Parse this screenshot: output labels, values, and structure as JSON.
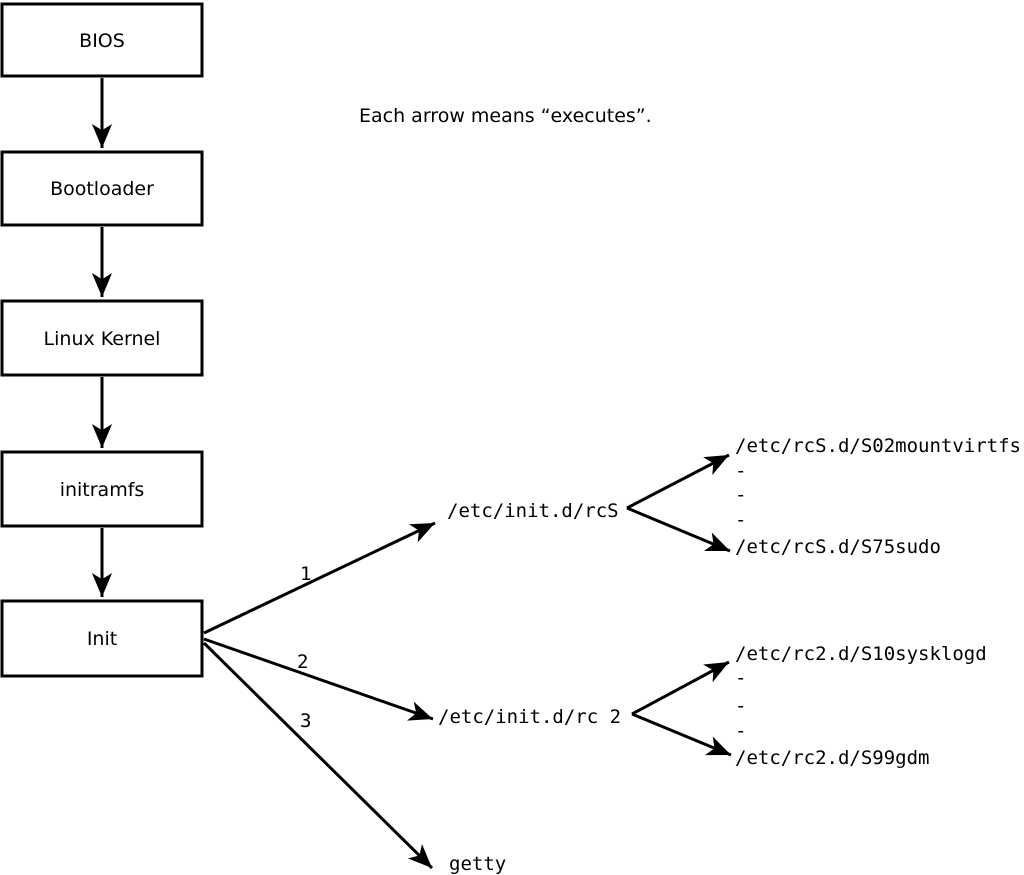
{
  "note": "Each arrow means “executes”.",
  "colors": {
    "foreground": "#000000",
    "background": "#ffffff"
  },
  "boxes": [
    {
      "label": "BIOS"
    },
    {
      "label": "Bootloader"
    },
    {
      "label": "Linux Kernel"
    },
    {
      "label": "initramfs"
    },
    {
      "label": "Init"
    }
  ],
  "branches": [
    {
      "number": "1",
      "target": "/etc/init.d/rcS",
      "children": [
        "/etc/rcS.d/S02mountvirtfs",
        "-",
        "-",
        "-",
        "/etc/rcS.d/S75sudo"
      ]
    },
    {
      "number": "2",
      "target": "/etc/init.d/rc 2",
      "children": [
        "/etc/rc2.d/S10sysklogd",
        "-",
        "-",
        "-",
        "/etc/rc2.d/S99gdm"
      ]
    },
    {
      "number": "3",
      "target": "getty",
      "children": []
    }
  ]
}
